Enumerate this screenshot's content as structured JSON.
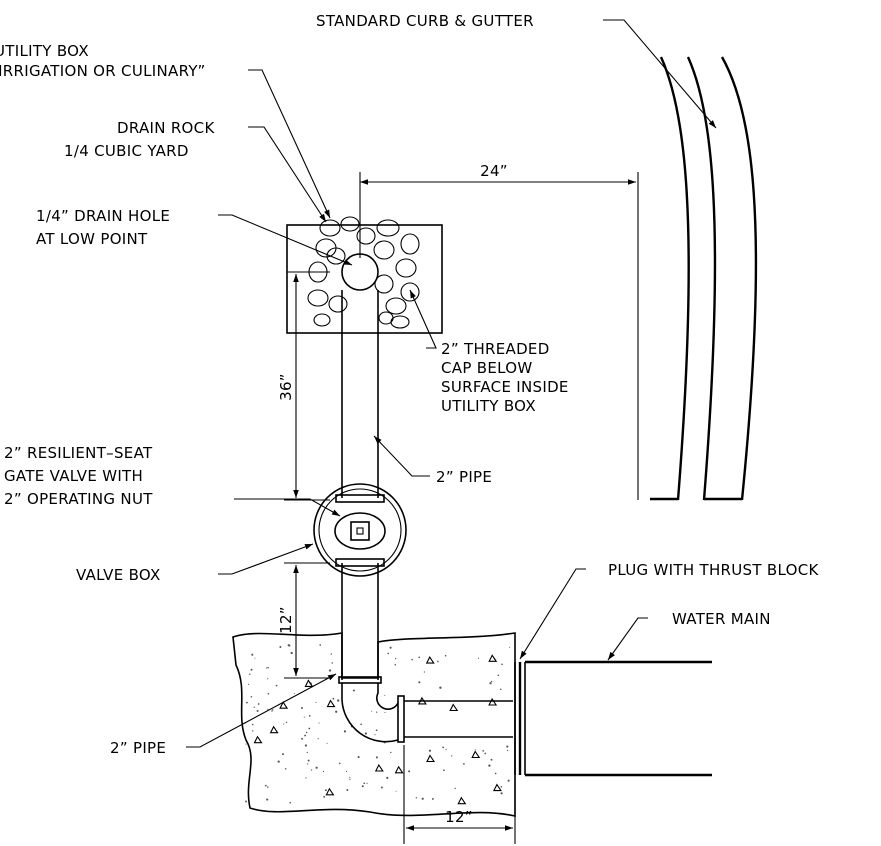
{
  "labels": {
    "curb": "STANDARD CURB & GUTTER",
    "utility_box_1": "UTILITY BOX",
    "utility_box_2": "“IRRIGATION OR CULINARY”",
    "drain_rock_1": "DRAIN ROCK",
    "drain_rock_2": "1/4 CUBIC YARD",
    "drain_hole_1": "1/4” DRAIN HOLE",
    "drain_hole_2": "AT LOW POINT",
    "cap_1": "2” THREADED",
    "cap_2": "CAP BELOW",
    "cap_3": "SURFACE INSIDE",
    "cap_4": "UTILITY BOX",
    "pipe_upper": "2” PIPE",
    "valve_1": "2” RESILIENT–SEAT",
    "valve_2": "GATE VALVE WITH",
    "valve_3": "2” OPERATING NUT",
    "valve_box": "VALVE BOX",
    "plug": "PLUG WITH THRUST BLOCK",
    "water_main": "WATER MAIN",
    "pipe_lower": "2” PIPE"
  },
  "dimensions": {
    "to_curb": "24”",
    "vertical_top": "36”",
    "vertical_bottom": "12”",
    "horizontal_bottom": "12”"
  }
}
